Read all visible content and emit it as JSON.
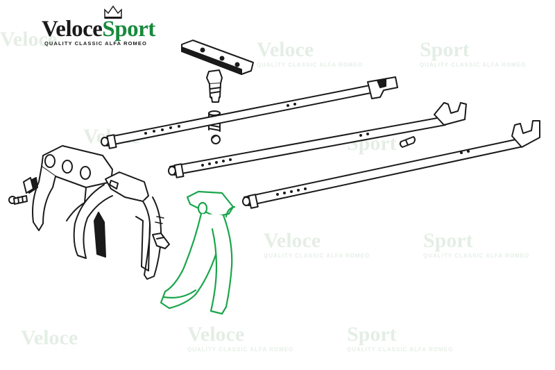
{
  "logo": {
    "brand_left": "Veloce",
    "brand_right": "Sport",
    "tagline": "QUALITY CLASSIC ALFA ROMEO"
  },
  "colors": {
    "brand_green": "#178a3c",
    "highlight_green": "#19a54a",
    "line": "#1a1a1a"
  },
  "parts": [
    {
      "name": "interlock-plate"
    },
    {
      "name": "plunger-bolt"
    },
    {
      "name": "detent-spring"
    },
    {
      "name": "detent-ball"
    },
    {
      "name": "selector-rod-top"
    },
    {
      "name": "selector-rod-middle"
    },
    {
      "name": "selector-rod-bottom"
    },
    {
      "name": "interlock-pin"
    },
    {
      "name": "shift-fork-left"
    },
    {
      "name": "shift-fork-center"
    },
    {
      "name": "shift-fork-highlighted"
    },
    {
      "name": "fork-bracket-screw"
    },
    {
      "name": "fork-bolt"
    }
  ]
}
